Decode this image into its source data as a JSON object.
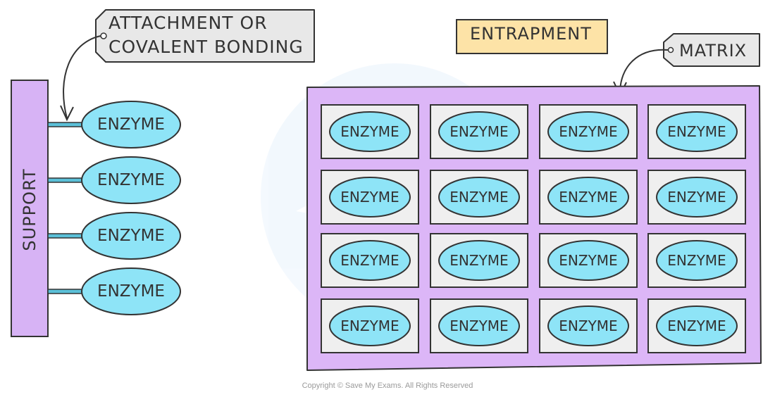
{
  "labels": {
    "attachment_line1": "ATTACHMENT  OR",
    "attachment_line2": "COVALENT  BONDING",
    "support": "SUPPORT",
    "entrapment": "ENTRAPMENT",
    "matrix": "MATRIX",
    "enzyme": "ENZYME"
  },
  "copyright": "Copyright © Save My Exams. All Rights Reserved",
  "colors": {
    "support_fill": "#d7b3f5",
    "matrix_fill": "#dcb6f7",
    "enzyme_fill": "#8ee4f7",
    "cell_fill": "#efefef",
    "tag_fill": "#e8e8e8",
    "entrapment_fill": "#fde3a7",
    "bond_color": "#5bc0d8",
    "stroke": "#333333"
  }
}
